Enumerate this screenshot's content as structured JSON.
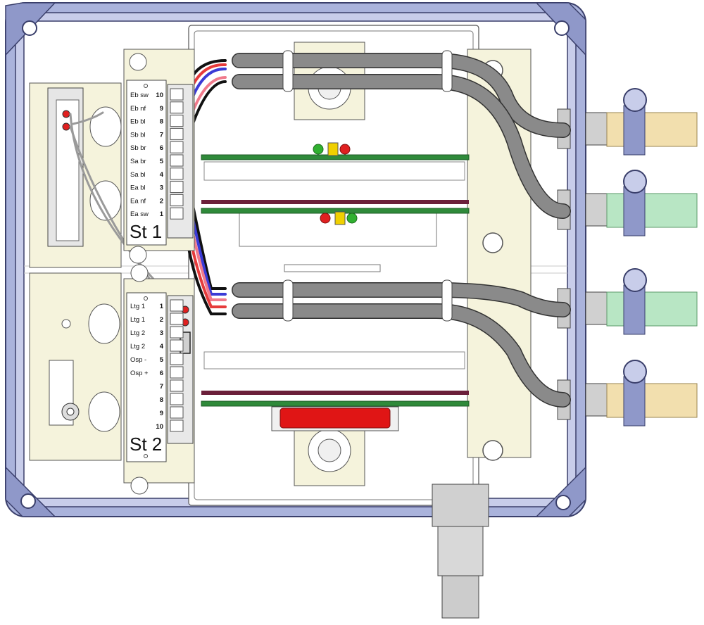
{
  "strips": {
    "st1": {
      "title": "St 1",
      "rows": [
        {
          "label": "Eb sw",
          "num": "10"
        },
        {
          "label": "Eb nf",
          "num": "9"
        },
        {
          "label": "Eb bl",
          "num": "8"
        },
        {
          "label": "Sb bl",
          "num": "7"
        },
        {
          "label": "Sb br",
          "num": "6"
        },
        {
          "label": "Sa br",
          "num": "5"
        },
        {
          "label": "Sa bl",
          "num": "4"
        },
        {
          "label": "Ea bl",
          "num": "3"
        },
        {
          "label": "Ea nf",
          "num": "2"
        },
        {
          "label": "Ea sw",
          "num": "1"
        }
      ]
    },
    "st2": {
      "title": "St 2",
      "rows": [
        {
          "label": "Ltg 1",
          "num": "1"
        },
        {
          "label": "Ltg 1",
          "num": "2"
        },
        {
          "label": "Ltg 2",
          "num": "3"
        },
        {
          "label": "Ltg 2",
          "num": "4"
        },
        {
          "label": "Osp  -",
          "num": "5"
        },
        {
          "label": "Osp  +",
          "num": "6"
        },
        {
          "label": "",
          "num": "7"
        },
        {
          "label": "",
          "num": "8"
        },
        {
          "label": "",
          "num": "9"
        },
        {
          "label": "",
          "num": "10"
        }
      ]
    }
  },
  "colors": {
    "enclosure": "#aab3dc",
    "enclosure_edge": "#3a3f6b",
    "mount_plate": "#f5f3dc",
    "cable": "#8a8a8a",
    "wire_red": "#e63b3b",
    "wire_blue": "#3b3bd6",
    "wire_pink": "#f07a8c",
    "wire_black": "#111111",
    "pcb_green": "#2f8a3a",
    "pcb_maroon": "#6b1f3a",
    "led_red": "#e02020",
    "led_green": "#30b030",
    "connector_red": "#e01515",
    "conduit_tan": "#f2dfae",
    "conduit_green": "#b8e6c4",
    "clamp": "#8f98c9"
  }
}
